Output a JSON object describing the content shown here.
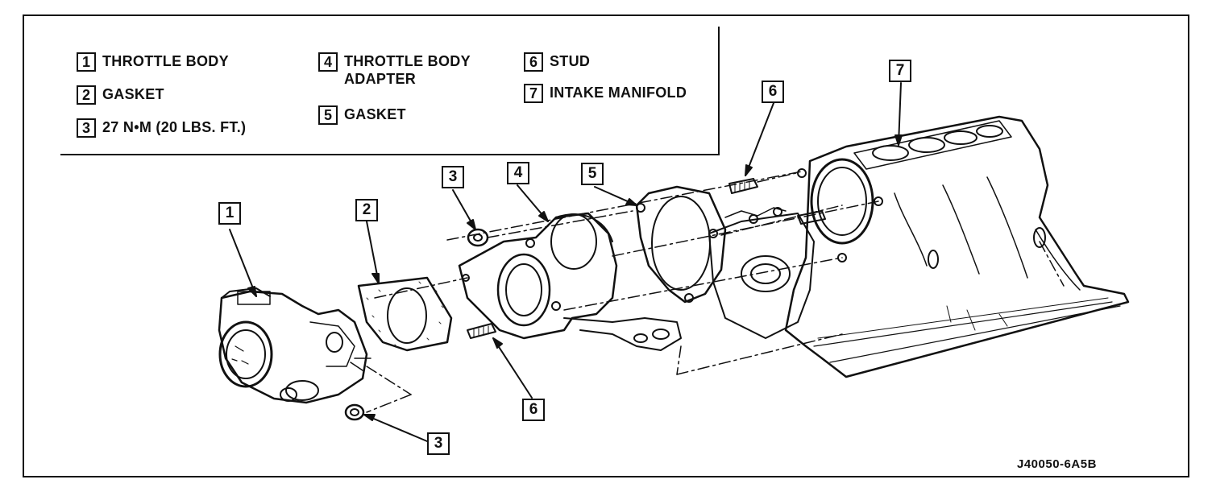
{
  "legend": {
    "items": [
      {
        "number": "1",
        "lines": [
          "THROTTLE BODY"
        ]
      },
      {
        "number": "2",
        "lines": [
          "GASKET"
        ]
      },
      {
        "number": "3",
        "lines": [
          "27 N•M (20 LBS. FT.)"
        ]
      },
      {
        "number": "4",
        "lines": [
          "THROTTLE BODY",
          "ADAPTER"
        ]
      },
      {
        "number": "5",
        "lines": [
          "GASKET"
        ]
      },
      {
        "number": "6",
        "lines": [
          "STUD"
        ]
      },
      {
        "number": "7",
        "lines": [
          "INTAKE MANIFOLD"
        ]
      }
    ]
  },
  "callouts": [
    "1",
    "2",
    "3",
    "4",
    "5",
    "6",
    "6",
    "3",
    "7"
  ],
  "figure_code": "J40050-6A5B"
}
